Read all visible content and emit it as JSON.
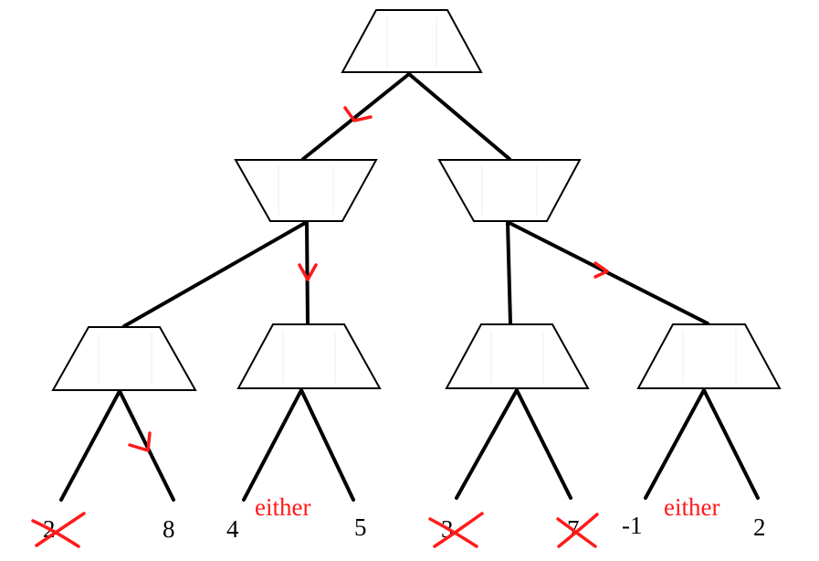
{
  "diagram": {
    "leaves": [
      {
        "value": "2",
        "pruned": true
      },
      {
        "value": "8",
        "pruned": false
      },
      {
        "value": "4",
        "pruned": false
      },
      {
        "value": "5",
        "pruned": false
      },
      {
        "value": "3",
        "pruned": true
      },
      {
        "value": "7",
        "pruned": true
      },
      {
        "value": "-1",
        "pruned": false
      },
      {
        "value": "2",
        "pruned": false
      }
    ],
    "annotations": [
      {
        "text": "either"
      },
      {
        "text": "either"
      }
    ],
    "colors": {
      "edge": "#000000",
      "node_fill": "#ffffff",
      "mark": "#ff1a1a"
    }
  }
}
